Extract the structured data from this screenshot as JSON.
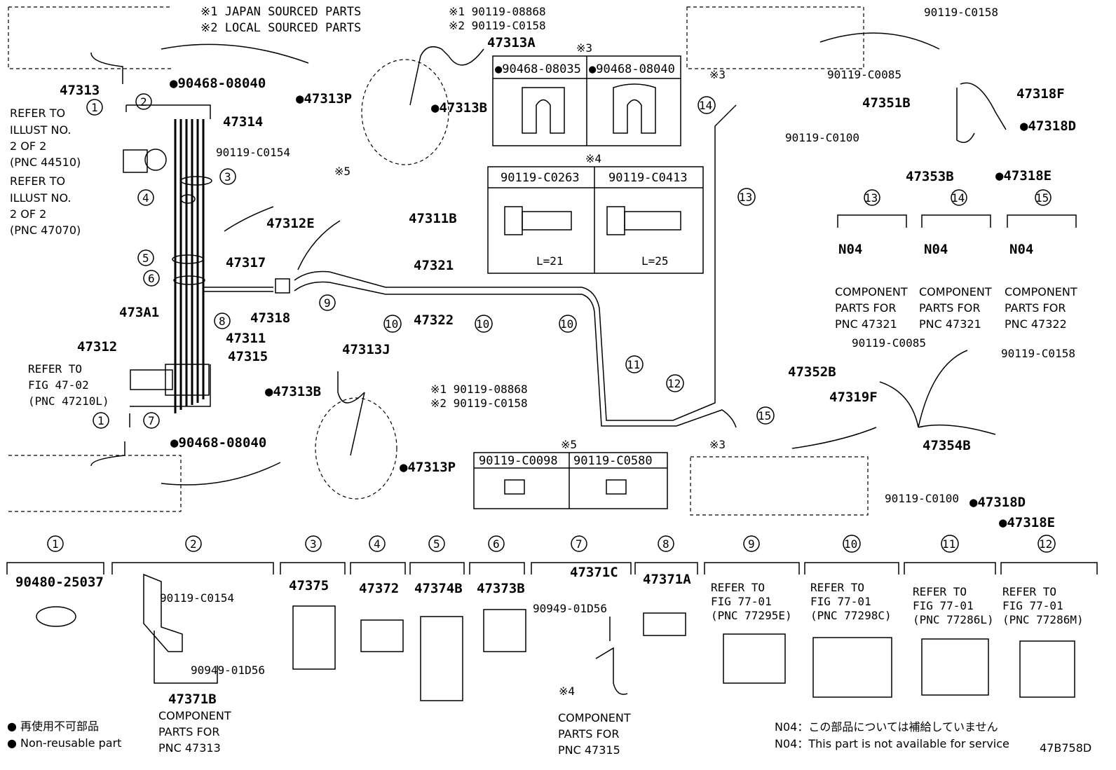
{
  "notes": {
    "n1": "※1 JAPAN SOURCED PARTS",
    "n2": "※2 LOCAL SOURCED PARTS"
  },
  "ref_left": [
    "REFER TO",
    "ILLUST NO.",
    "2 OF 2",
    "(PNC 44510)",
    "REFER TO",
    "ILLUST NO.",
    "2 OF 2",
    "(PNC 47070)"
  ],
  "ref_fig": [
    "REFER TO",
    "FIG 47-02",
    "(PNC 47210L)"
  ],
  "callouts": {
    "top_bolt1": "※1 90119-08868",
    "top_bolt2": "※2 90119-C0158",
    "p47313A": "47313A",
    "p47313P_top": "●47313P",
    "p47313B_top": "●47313B",
    "p47313": "47313",
    "p90468_top": "●90468-08040",
    "p47314": "47314",
    "p90119C0154": "90119-C0154",
    "p47312E": "47312E",
    "x5": "※5",
    "p47311B": "47311B",
    "p47317": "47317",
    "p47321": "47321",
    "p47322": "47322",
    "p47318": "47318",
    "p473A1": "473A1",
    "p47312": "47312",
    "p47311": "47311",
    "p47315": "47315",
    "p47313J": "47313J",
    "mid_bolt1": "※1 90119-08868",
    "mid_bolt2": "※2 90119-C0158",
    "p47313B_mid": "●47313B",
    "p47313P_mid": "●47313P",
    "p90468_bot": "●90468-08040",
    "r90119C0158_top": "90119-C0158",
    "r90119C0085": "90119-C0085",
    "r47351B": "47351B",
    "r47318F": "47318F",
    "r90119C0100": "90119-C0100",
    "r47318D": "●47318D",
    "r47353B": "47353B",
    "r47318E": "●47318E",
    "x3_top": "※3",
    "x3_bot": "※3",
    "r2_90119C0085": "90119-C0085",
    "r2_90119C0158": "90119-C0158",
    "r47352B": "47352B",
    "r47319F": "47319F",
    "r47354B": "47354B",
    "r2_90119C0100": "90119-C0100",
    "r2_47318D": "●47318D",
    "r2_47318E": "●47318E"
  },
  "tables": {
    "t3": {
      "mark": "※3",
      "c1": "●90468-08035",
      "c2": "●90468-08040"
    },
    "t4": {
      "mark": "※4",
      "c1": "90119-C0263",
      "c2": "90119-C0413",
      "l1": "L=21",
      "l2": "L=25"
    },
    "t5": {
      "mark": "※5",
      "c1": "90119-C0098",
      "c2": "90119-C0580"
    }
  },
  "clamps": {
    "n04": "N04",
    "comp": "COMPONENT",
    "parts": "PARTS FOR",
    "pnc13": "PNC 47321",
    "pnc14": "PNC 47321",
    "pnc15": "PNC 47322"
  },
  "nums": [
    "1",
    "2",
    "3",
    "4",
    "5",
    "6",
    "7",
    "8",
    "9",
    "10",
    "11",
    "12",
    "13",
    "14",
    "15"
  ],
  "bottom": {
    "b1": "90480-25037",
    "b2a": "90119-C0154",
    "b2b": "90949-01D56",
    "b2c": "47371B",
    "b3": "47375",
    "b4": "47372",
    "b5": "47374B",
    "b6": "47373B",
    "b7": "47371C",
    "b7a": "90949-01D56",
    "b7x": "※4",
    "b8": "47371A",
    "r9": [
      "REFER TO",
      "FIG 77-01",
      "(PNC 77295E)"
    ],
    "r10": [
      "REFER TO",
      "FIG 77-01",
      "(PNC 77298C)"
    ],
    "r11": [
      "REFER TO",
      "FIG 77-01",
      "(PNC 77286L)"
    ],
    "r12": [
      "REFER TO",
      "FIG 77-01",
      "(PNC 77286M)"
    ],
    "comp": "COMPONENT",
    "parts": "PARTS FOR",
    "pnc47313": "PNC 47313",
    "pnc47315": "PNC 47315"
  },
  "legend": {
    "jp": "● 再使用不可部品",
    "en": "● Non-reusable part",
    "n04jp": "N04：この部品については補給していません",
    "n04en": "N04：This part is not available for service",
    "code": "47B758D"
  }
}
